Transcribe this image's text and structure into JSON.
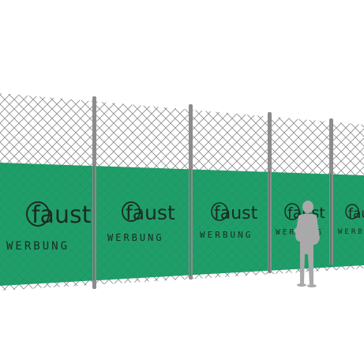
{
  "scene": {
    "banner_color": "#1f9e6a",
    "fence_color": "#7a7a7a",
    "post_color": "#8c8c8c",
    "person_color": "#a9a9a9",
    "banners": [
      {
        "brand": "faust",
        "tagline": "WERBUNG"
      },
      {
        "brand": "faust",
        "tagline": "WERBUNG"
      },
      {
        "brand": "faust",
        "tagline": "WERBUNG"
      },
      {
        "brand": "faust",
        "tagline": "WERBUNG"
      },
      {
        "brand": "faust",
        "tagline": "WERBUNG"
      }
    ]
  }
}
